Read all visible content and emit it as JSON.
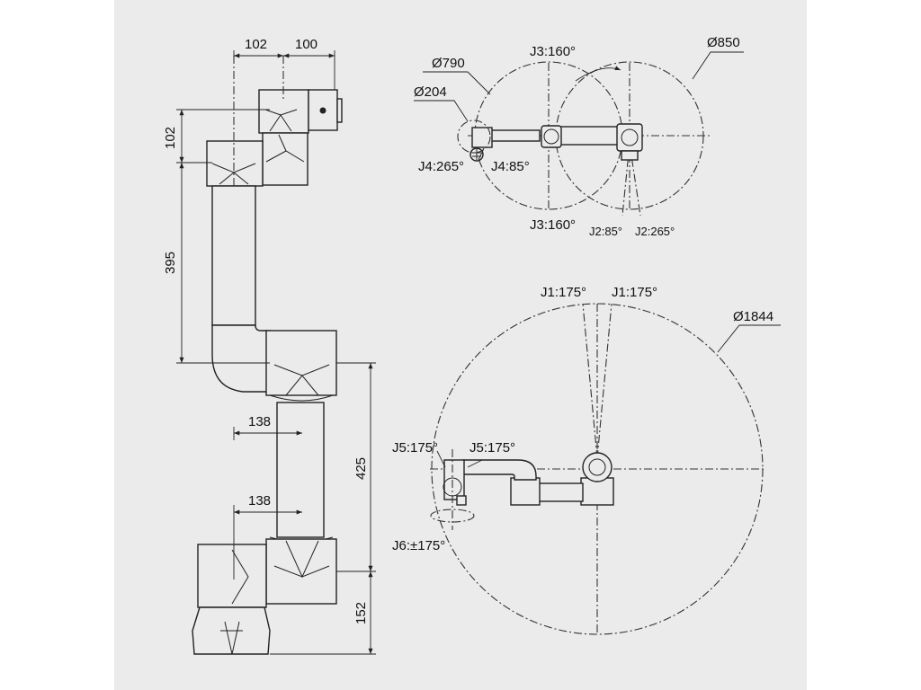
{
  "side_view": {
    "dim_102_top": "102",
    "dim_100_top": "100",
    "dim_102_left": "102",
    "dim_395": "395",
    "dim_138_upper": "138",
    "dim_138_lower": "138",
    "dim_425": "425",
    "dim_152": "152"
  },
  "top_view": {
    "d790": "Ø790",
    "d204": "Ø204",
    "j3_top": "J3:160°",
    "d850": "Ø850",
    "j4_neg": "J4:265°",
    "j4_pos": "J4:85°",
    "j3_bottom": "J3:160°",
    "j2_pos": "J2:85°",
    "j2_neg": "J2:265°"
  },
  "base_view": {
    "j1_left": "J1:175°",
    "j1_right": "J1:175°",
    "d1844": "Ø1844",
    "j5_left": "J5:175°",
    "j5_right": "J5:175°",
    "j6": "J6:±175°"
  },
  "colors": {
    "background": "#ebebeb",
    "line": "#222222"
  }
}
